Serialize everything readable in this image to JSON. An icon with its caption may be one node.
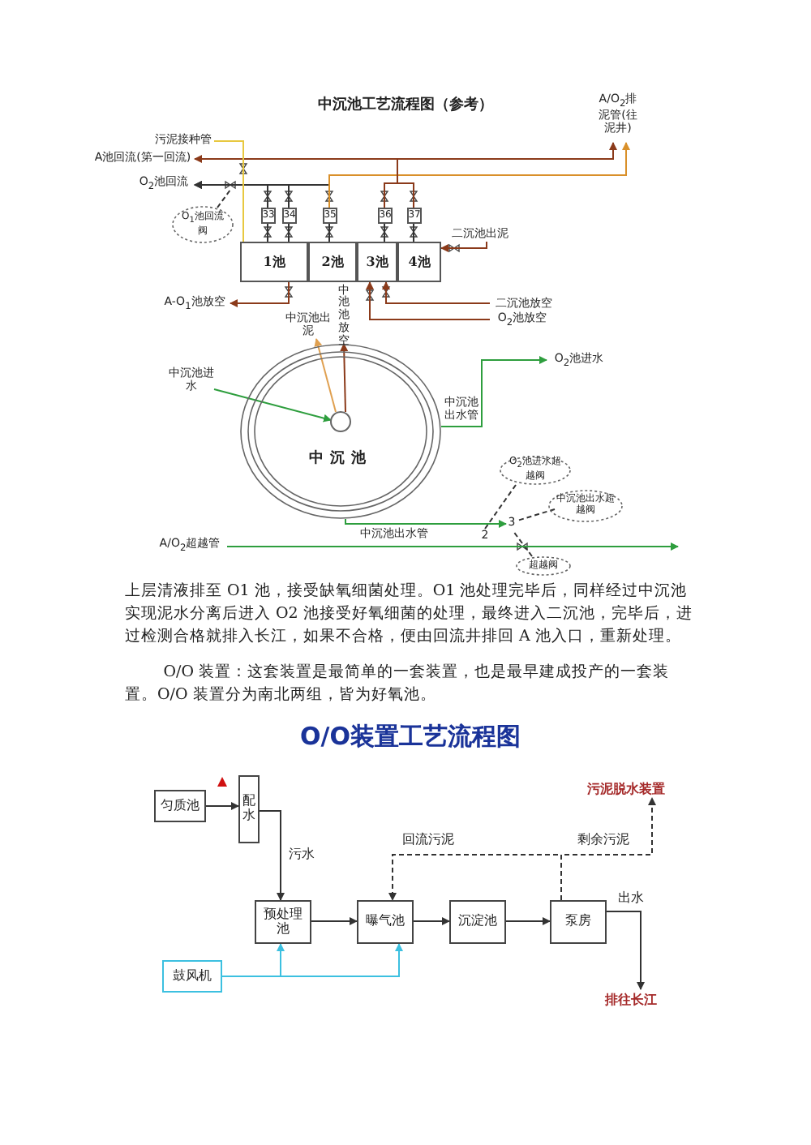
{
  "diagram": {
    "title": "中沉池工艺流程图（参考）",
    "nodes": [
      {
        "text": [
          "1池"
        ]
      },
      {
        "text": [
          "2池"
        ]
      },
      {
        "text": [
          "3池"
        ]
      },
      {
        "text": [
          "4池"
        ]
      },
      {
        "text": [
          "33"
        ]
      },
      {
        "text": [
          "34"
        ]
      },
      {
        "text": [
          "35"
        ]
      },
      {
        "text": [
          "36"
        ]
      },
      {
        "text": [
          "37"
        ]
      },
      {
        "text": [
          "中沉池"
        ]
      },
      {
        "text": [
          "O$_{1}$池回流阀"
        ]
      },
      {
        "text": [
          "O$_{2}$池进水超越阀"
        ]
      },
      {
        "text": [
          "中沉池出水超越阀"
        ]
      },
      {
        "text": [
          "超越阀"
        ]
      },
      {
        "text": [
          "中沉池进水"
        ]
      },
      {
        "text": [
          "中沉池出泥"
        ]
      },
      {
        "text": [
          "中池池放空"
        ]
      },
      {
        "text": [
          "污泥接种管"
        ]
      },
      {
        "text": [
          "A池回流(第一回流)"
        ]
      },
      {
        "text": [
          "O$_{2}$池回流"
        ]
      },
      {
        "text": [
          "A/O$_{2}$排泥管(往泥井)"
        ]
      },
      {
        "text": [
          "二沉池出泥"
        ]
      },
      {
        "text": [
          "A-O$_{1}$池放空"
        ]
      },
      {
        "text": [
          "二沉池放空"
        ]
      },
      {
        "text": [
          "O$_{2}$池放空"
        ]
      },
      {
        "text": [
          "O$_{2}$池进水"
        ]
      },
      {
        "text": [
          "A/O$_{2}$超越管"
        ]
      },
      {
        "text": [
          "2"
        ]
      },
      {
        "text": [
          "3"
        ]
      },
      {
        "text": [
          "匀质池"
        ]
      },
      {
        "text": [
          "配水"
        ]
      },
      {
        "text": [
          "预处理池"
        ]
      },
      {
        "text": [
          "曝气池"
        ]
      },
      {
        "text": [
          "沉淀池"
        ]
      },
      {
        "text": [
          "泵房"
        ]
      },
      {
        "text": [
          "鼓风机"
        ]
      },
      {
        "text": [
          "污泥脱水装置"
        ]
      },
      {
        "text": [
          "排往长江"
        ]
      }
    ],
    "edges": [
      {
        "from": 4,
        "to": 0,
        "arrow": "none"
      },
      {
        "from": 5,
        "to": 0,
        "arrow": "none"
      },
      {
        "from": 6,
        "to": 1,
        "arrow": "none"
      },
      {
        "from": 7,
        "to": 2,
        "arrow": "none"
      },
      {
        "from": 8,
        "to": 3,
        "arrow": "none"
      },
      {
        "from": 10,
        "to": null,
        "arrow": "none",
        "style": "dashed"
      },
      {
        "from": 11,
        "to": 27,
        "arrow": "none",
        "style": "dashed"
      },
      {
        "from": 12,
        "to": 28,
        "arrow": "none",
        "style": "dashed"
      },
      {
        "from": 13,
        "to": 28,
        "arrow": "none",
        "style": "dashed"
      },
      {
        "from": 14,
        "to": 9,
        "arrow": "to",
        "color": "#2e9e3e"
      },
      {
        "from": 9,
        "to": 15,
        "arrow": "to",
        "color": "#e0a050"
      },
      {
        "from": 9,
        "to": 16,
        "arrow": "to",
        "color": "#8b3a1a"
      },
      {
        "from": 4,
        "to": 19,
        "arrow": "to"
      },
      {
        "from": 5,
        "to": 19,
        "arrow": "to"
      },
      {
        "from": 6,
        "to": 19,
        "arrow": "to"
      },
      {
        "from": 6,
        "to": 20,
        "arrow": "to",
        "color": "#d9902a"
      },
      {
        "from": 7,
        "to": 18,
        "arrow": "to",
        "color": "#8b3a1a"
      },
      {
        "from": 8,
        "to": 20,
        "arrow": "to",
        "color": "#8b3a1a"
      },
      {
        "from": 17,
        "to": 0,
        "arrow": "none",
        "color": "#e8c840"
      },
      {
        "from": 21,
        "to": 3,
        "arrow": "to",
        "color": "#8b3a1a"
      },
      {
        "from": 0,
        "to": 22,
        "arrow": "to",
        "color": "#8b3a1a"
      },
      {
        "from": 23,
        "to": 2,
        "arrow": "to",
        "color": "#8b3a1a"
      },
      {
        "from": 24,
        "to": 2,
        "arrow": "to",
        "color": "#8b3a1a"
      },
      {
        "from": 9,
        "to": 25,
        "arrow": "to",
        "color": "#2e9e3e"
      },
      {
        "from": 9,
        "to": 28,
        "arrow": "to",
        "color": "#2e9e3e"
      },
      {
        "from": 26,
        "to": null,
        "arrow": "to",
        "color": "#2e9e3e"
      },
      {
        "from": 29,
        "to": 30,
        "arrow": "to"
      },
      {
        "from": 30,
        "to": 31,
        "arrow": "to",
        "label": "污水"
      },
      {
        "from": 31,
        "to": 32,
        "arrow": "to"
      },
      {
        "from": 32,
        "to": 33,
        "arrow": "to"
      },
      {
        "from": 33,
        "to": 34,
        "arrow": "to"
      },
      {
        "from": 34,
        "to": 32,
        "arrow": "to",
        "style": "dashed",
        "label": "回流污泥"
      },
      {
        "from": 34,
        "to": 36,
        "arrow": "to",
        "style": "dashed",
        "label": "剩余污泥"
      },
      {
        "from": 34,
        "to": 37,
        "arrow": "to",
        "label": "出水"
      },
      {
        "from": 35,
        "to": 31,
        "arrow": "to",
        "color": "#3cc0e0"
      },
      {
        "from": 35,
        "to": 32,
        "arrow": "to",
        "color": "#3cc0e0"
      }
    ],
    "labels": [
      "中沉池出水管",
      "中沉池出水管",
      "上层清液排至 O1 池，接受缺氧细菌处理。O1 池处理完毕后，同样经过中沉池实现泥水分离后进入 O2 池接受好氧细菌的处理，最终进入二沉池，完毕后，进过检测合格就排入长江，如果不合格，便由回流井排回 A 池入口，重新处理。",
      "O/O 装置：这套装置是最简单的一套装置，也是最早建成投产的一套装置。O/O 装置分为南北两组，皆为好氧池。",
      "O/O装置工艺流程图"
    ]
  }
}
